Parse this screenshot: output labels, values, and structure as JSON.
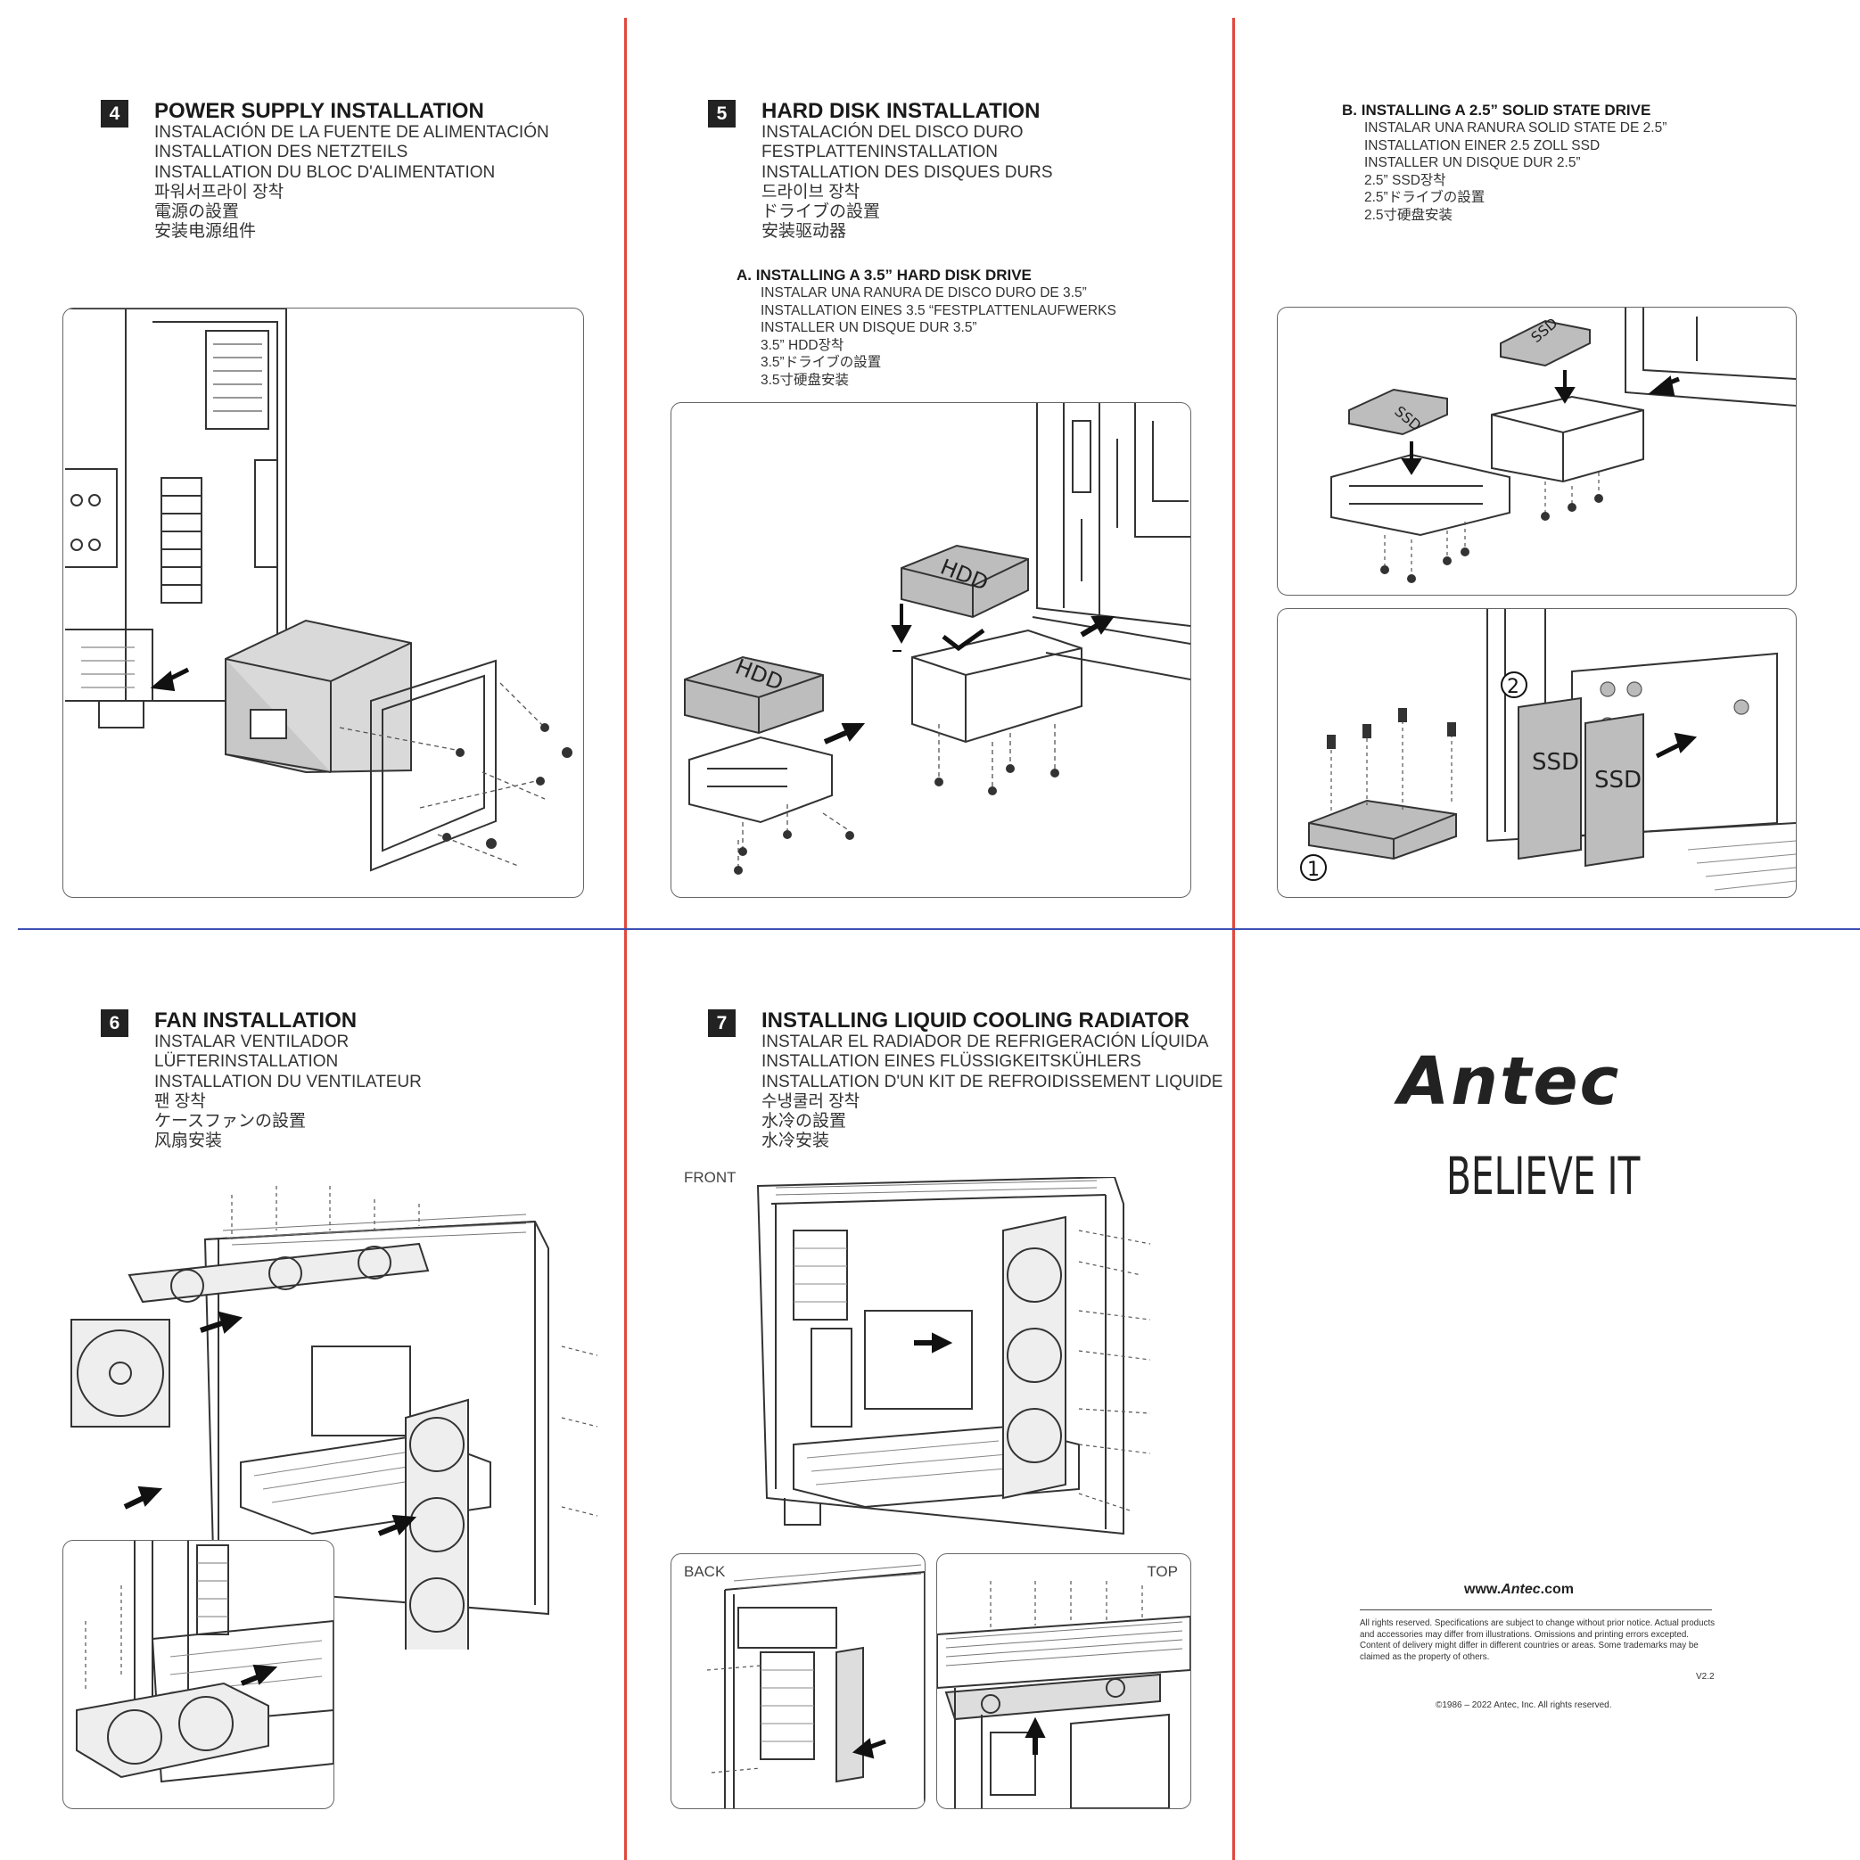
{
  "sections": {
    "power_supply": {
      "number": "4",
      "title": "POWER SUPPLY INSTALLATION",
      "translations": [
        "INSTALACIÓN DE LA FUENTE DE ALIMENTACIÓN",
        "INSTALLATION DES NETZTEILS",
        "INSTALLATION DU BLOC D'ALIMENTATION",
        "파워서프라이 장착",
        "電源の設置",
        "安装电源组件"
      ]
    },
    "hard_disk": {
      "number": "5",
      "title": "HARD DISK INSTALLATION",
      "translations": [
        "INSTALACIÓN DEL DISCO DURO",
        "FESTPLATTENINSTALLATION",
        "INSTALLATION DES DISQUES DURS",
        "드라이브 장착",
        "ドライブの設置",
        "安装驱动器"
      ],
      "sub_a": {
        "title": "A.  INSTALLING A 3.5”  HARD DISK DRIVE",
        "translations": [
          "INSTALAR UNA RANURA DE DISCO DURO DE 3.5”",
          "INSTALLATION EINES 3.5 “FESTPLATTENLAUFWERKS",
          "INSTALLER UN DISQUE DUR 3.5”",
          "3.5” HDD장착",
          "3.5”ドライブの設置",
          "3.5寸硬盘安装"
        ]
      },
      "hdd_label": "HDD"
    },
    "ssd": {
      "title": "B.  INSTALLING A 2.5”  SOLID STATE DRIVE",
      "translations": [
        "INSTALAR UNA RANURA SOLID STATE DE 2.5”",
        "INSTALLATION EINER 2.5 ZOLL SSD",
        "INSTALLER UN DISQUE DUR 2.5”",
        "2.5” SSD장착",
        "2.5”ドライブの設置",
        "2.5寸硬盘安装"
      ],
      "ssd_label": "SSD",
      "step1": "1",
      "step2": "2"
    },
    "fan": {
      "number": "6",
      "title": "FAN INSTALLATION",
      "translations": [
        "INSTALAR VENTILADOR",
        "LÜFTERINSTALLATION",
        "INSTALLATION DU VENTILATEUR",
        "팬 장착",
        "ケースファンの設置",
        "风扇安装"
      ]
    },
    "liquid": {
      "number": "7",
      "title": "INSTALLING LIQUID COOLING RADIATOR",
      "translations": [
        "INSTALAR EL RADIADOR DE REFRIGERACIÓN LÍQUIDA",
        "INSTALLATION EINES FLÜSSIGKEITSKÜHLERS",
        "INSTALLATION D'UN KIT DE REFROIDISSEMENT LIQUIDE",
        "수냉쿨러 장착",
        "水冷の設置",
        "水冷安装"
      ],
      "label_front": "FRONT",
      "label_back": "BACK",
      "label_top": "TOP"
    }
  },
  "brand": {
    "logo": "Antec",
    "tagline": "BELIEVE IT",
    "url_prefix": "www.",
    "url_brand": "Antec",
    "url_suffix": ".com",
    "legal": "All rights reserved. Specifications are subject to change without prior notice. Actual products and accessories may differ from illustrations. Omissions and printing errors excepted. Content of delivery might differ in different countries or areas. Some trademarks may be claimed as the property of others.",
    "version": "V2.2",
    "copyright": "©1986 – 2022 Antec, Inc. All rights reserved."
  },
  "colors": {
    "divider_vertical": "#e0473d",
    "divider_horizontal": "#3d4fb4",
    "text": "#1a1a1a"
  }
}
